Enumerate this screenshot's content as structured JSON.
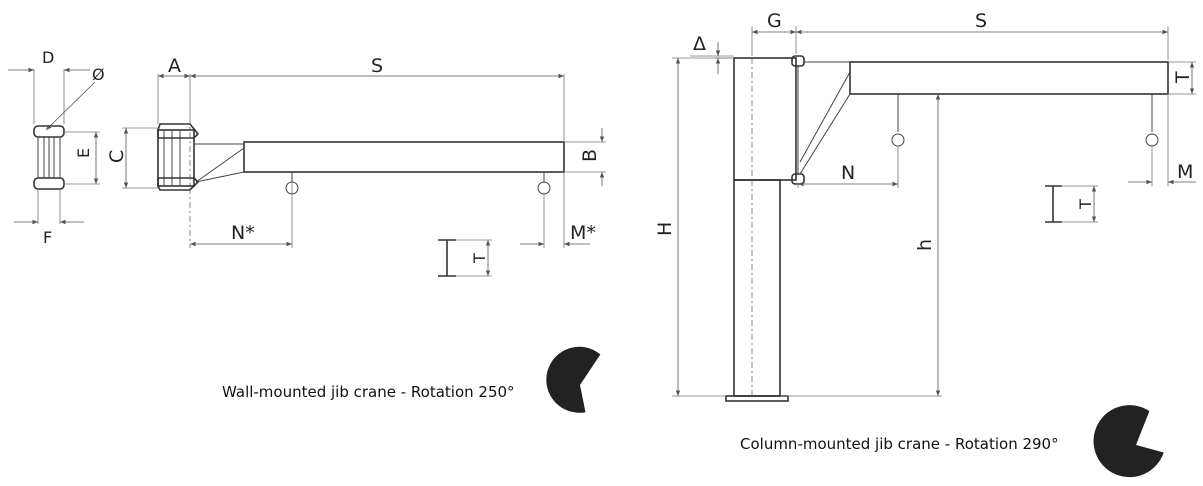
{
  "wall_crane": {
    "caption": "Wall-mounted jib crane - Rotation 250°",
    "labels": {
      "D": "D",
      "phi": "Ø",
      "E": "E",
      "F": "F",
      "C": "C",
      "A": "A",
      "S": "S",
      "B": "B",
      "N": "N*",
      "M": "M*",
      "T": "T"
    },
    "rotation_deg": 250
  },
  "column_crane": {
    "caption": "Column-mounted jib crane - Rotation 290°",
    "labels": {
      "delta": "Δ",
      "G": "G",
      "S": "S",
      "T_top": "T",
      "H": "H",
      "h": "h",
      "N": "N",
      "M": "M",
      "T_beam": "T"
    },
    "rotation_deg": 290
  },
  "colors": {
    "line": "#444444",
    "fill_dark": "#222222"
  }
}
